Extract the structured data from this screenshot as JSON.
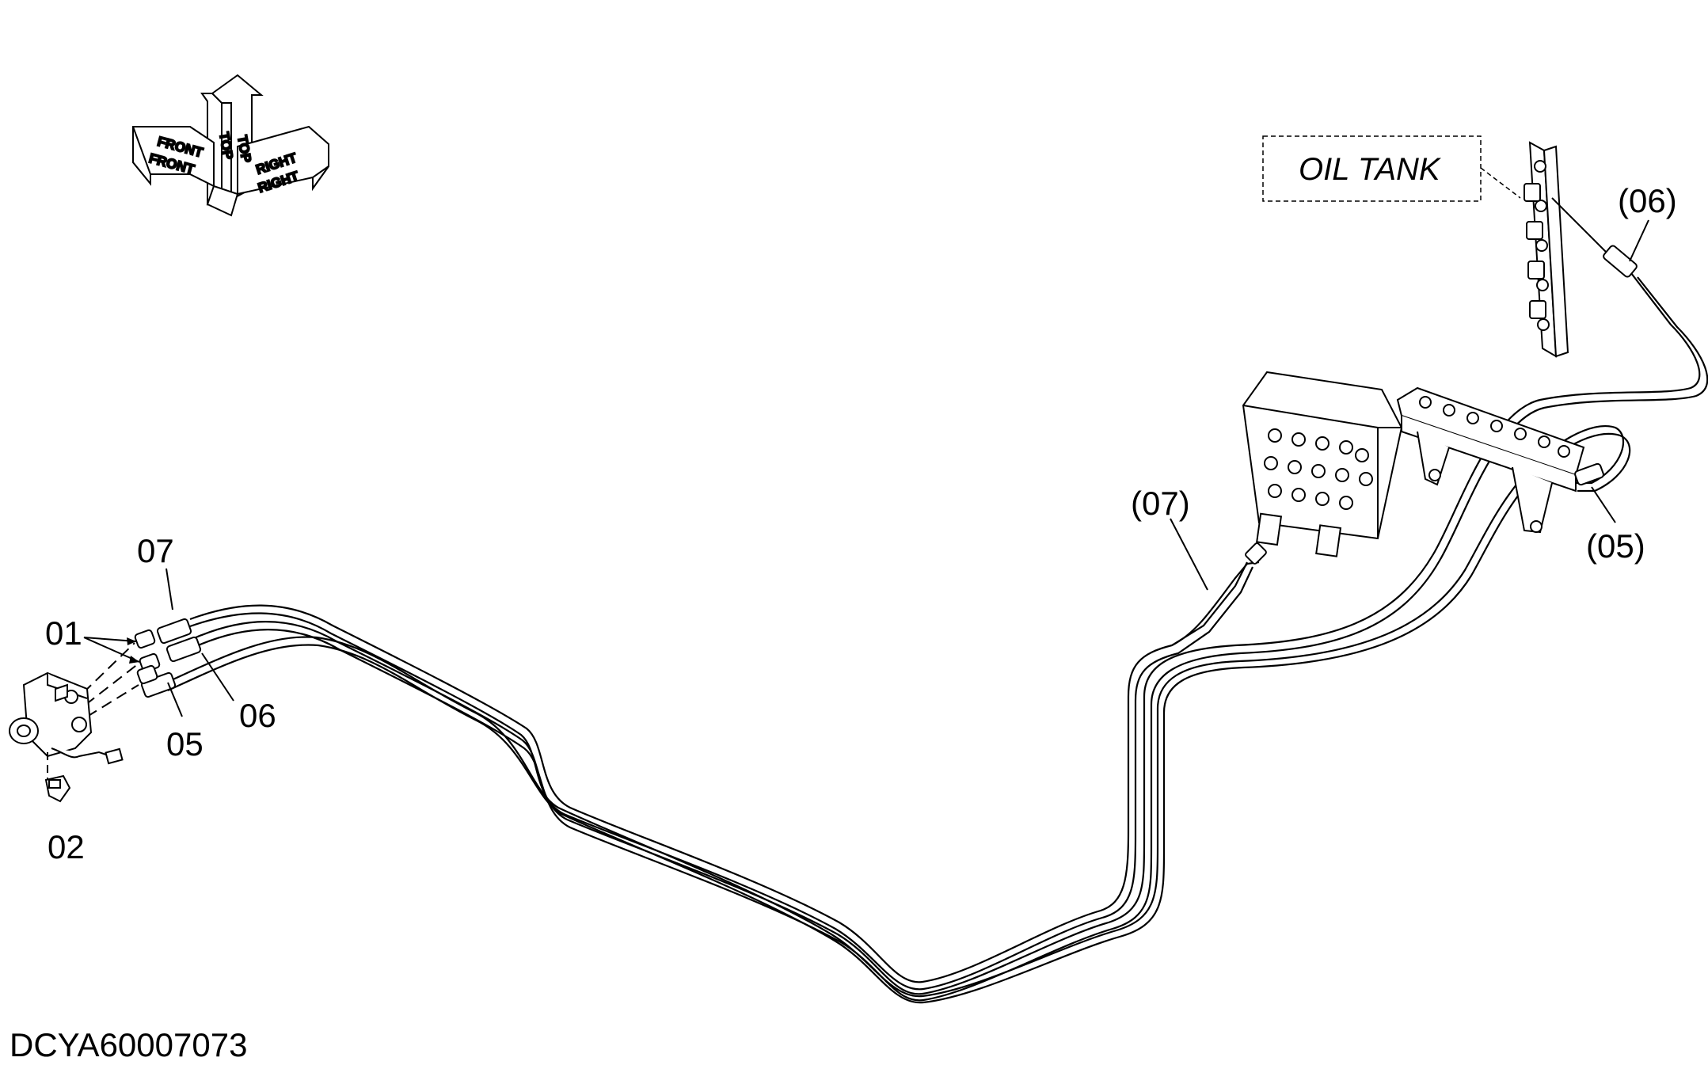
{
  "drawing_code": "DCYA60007073",
  "orientation": {
    "front": "FRONT",
    "top": "TOP",
    "right": "RIGHT"
  },
  "callouts": {
    "left_01": "01",
    "left_02": "02",
    "left_05": "05",
    "left_06": "06",
    "left_07": "07",
    "right_05": "(05)",
    "right_06": "(06)",
    "right_07": "(07)"
  },
  "components": {
    "oil_tank": "OIL TANK"
  },
  "colors": {
    "line": "#000000",
    "background": "#ffffff"
  }
}
